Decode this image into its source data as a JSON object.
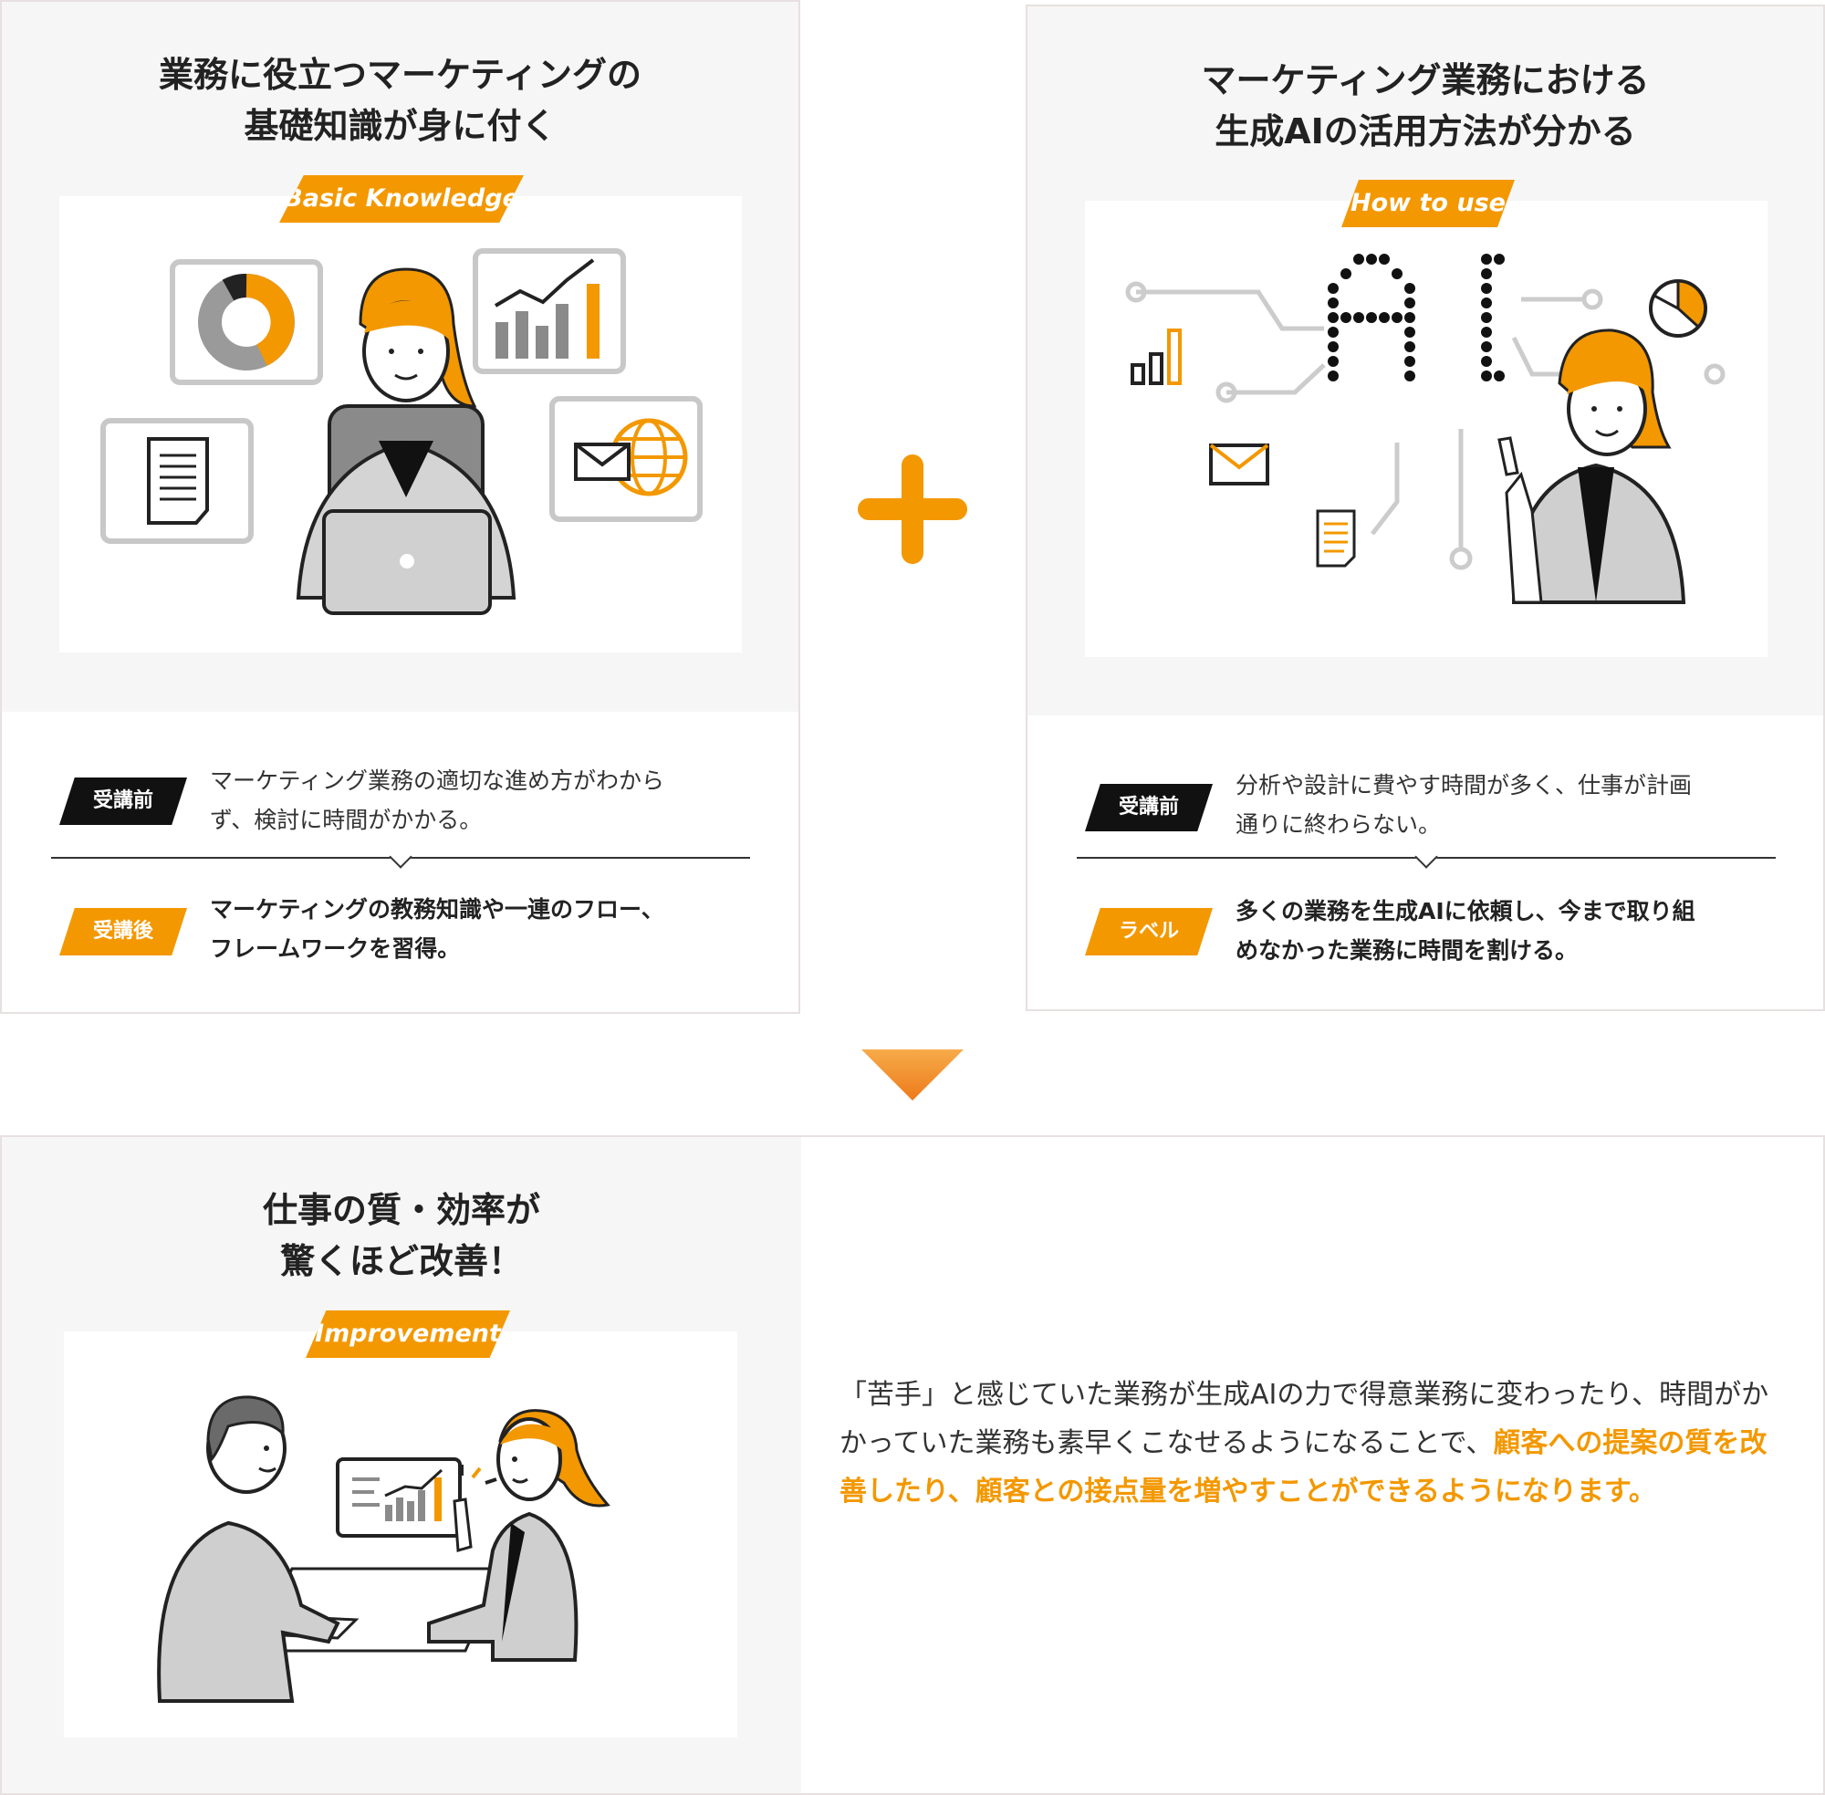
{
  "cards": {
    "knowledge": {
      "title_line1": "業務に役立つマーケティングの",
      "title_line2": "基礎知識が身に付く",
      "tag": "Basic Knowledge",
      "before_label": "受講前",
      "before_text_line1": "マーケティング業務の適切な進め方がわから",
      "before_text_line2": "ず、検討に時間がかかる。",
      "after_label": "受講後",
      "after_text_line1": "マーケティングの教務知識や一連のフロー、",
      "after_text_line2": "フレームワークを習得。"
    },
    "ai": {
      "title_line1": "マーケティング業務における",
      "title_line2": "生成AIの活用方法が分かる",
      "tag": "How to use",
      "before_label": "受講前",
      "before_text_line1": "分析や設計に費やす時間が多く、仕事が計画",
      "before_text_line2": "通りに終わらない。",
      "after_label": "ラベル",
      "after_text_line1": "多くの業務を生成AIに依頼し、今まで取り組",
      "after_text_line2": "めなかった業務に時間を割ける。"
    },
    "improvement": {
      "title_line1": "仕事の質・効率が",
      "title_line2": "驚くほど改善！",
      "tag": "Improvement",
      "text_plain_1": "「苦手」と感じていた業務が生成AIの力で得意業務に変わったり、時間がかかっていた業務も素早くこなせるようになることで、",
      "text_highlight": "顧客への提案の質を改善したり、顧客との接点量を増やすことができるようになります。"
    }
  },
  "colors": {
    "accent": "#f39800",
    "dark": "#111111",
    "panel": "#f6f6f6",
    "border": "#e8e0e0"
  },
  "icons": [
    "plus-icon",
    "arrow-down-icon",
    "donut-chart-icon",
    "bar-chart-icon",
    "document-icon",
    "mail-icon",
    "globe-icon",
    "pie-chart-icon"
  ]
}
